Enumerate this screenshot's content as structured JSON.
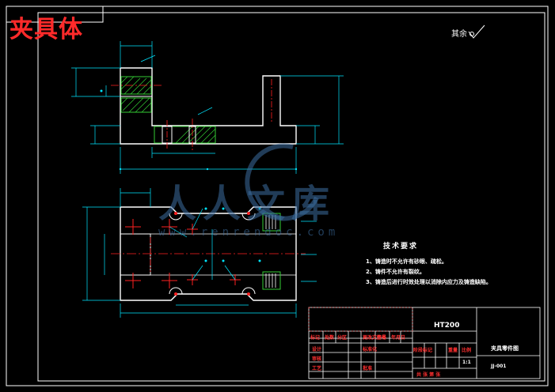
{
  "drawing": {
    "title": "夹具体",
    "roughness_label": "其余",
    "material": "HT200",
    "part_name": "夹具零件图",
    "colors": {
      "background": "#000000",
      "outline": "#ffffff",
      "dimension": "#00e5ff",
      "centerline": "#ff2020",
      "hatch": "#33cc33",
      "title": "#ff2a2a",
      "watermark": "#3c6ea0"
    }
  },
  "technical_requirements": {
    "heading": "技术要求",
    "items": [
      "1、铸造时不允许有砂眼、疏松。",
      "2、铸件不允许有裂纹。",
      "3、铸造后进行时效处理以消除内应力及铸造缺陷。"
    ]
  },
  "title_block": {
    "rows": [
      "标记",
      "处数",
      "分区",
      "更改文件号",
      "签名",
      "年月日"
    ],
    "roles": [
      "设计",
      "审核",
      "工艺",
      "标准化",
      "批准"
    ],
    "stage_headers": [
      "阶段标记",
      "重量",
      "比例"
    ],
    "scale": "1:1",
    "sheet": "共 张 第 张",
    "code": "JJ-001"
  },
  "watermark": {
    "text": "人人文库",
    "url": "www.renrendoc.com"
  }
}
